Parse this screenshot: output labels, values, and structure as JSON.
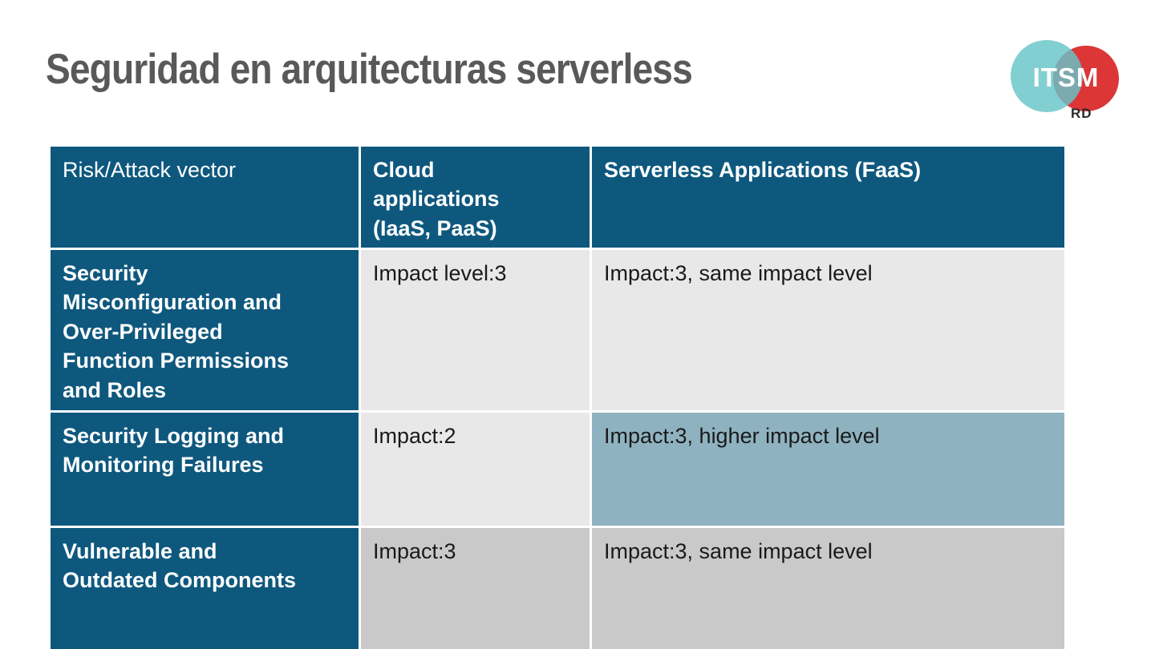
{
  "slide": {
    "title": "Seguridad en arquitecturas serverless"
  },
  "logo": {
    "name": "ITSM",
    "region": "RD"
  },
  "colors": {
    "table_header_blue": "#0E587E",
    "cell_light_gray": "#E8E8E8",
    "cell_mid_gray": "#C9C9C9",
    "cell_highlight_steel_blue": "#8FB2C0",
    "title_gray": "#595959",
    "logo_teal": "#66C5C8",
    "logo_red": "#DC3637",
    "body_text": "#1a1a1a",
    "header_text": "#ffffff"
  },
  "table": {
    "header": {
      "risk": "Risk/Attack vector",
      "cloud": "Cloud\napplications\n(IaaS, PaaS)",
      "serverless": "Serverless Applications (FaaS)"
    },
    "rows": [
      {
        "risk": "Security\nMisconfiguration and\nOver-Privileged\nFunction Permissions\nand Roles",
        "cloud": "Impact level:3",
        "serverless": "Impact:3, same impact level"
      },
      {
        "risk": "Security Logging and\nMonitoring Failures",
        "cloud": "Impact:2",
        "serverless": "Impact:3, higher impact level"
      },
      {
        "risk": "Vulnerable and\nOutdated Components",
        "cloud": "Impact:3",
        "serverless": "Impact:3, same impact level"
      }
    ]
  }
}
